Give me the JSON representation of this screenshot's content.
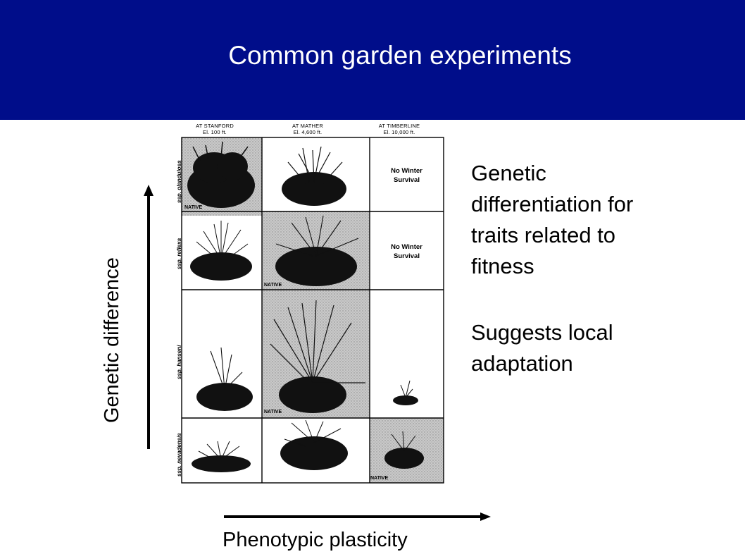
{
  "slide": {
    "title": "Common garden experiments",
    "header_color": "#000d8a"
  },
  "figure": {
    "columns": [
      {
        "line1": "AT STANFORD",
        "line2": "El. 100 ft."
      },
      {
        "line1": "AT MATHER",
        "line2": "El. 4,600 ft."
      },
      {
        "line1": "AT TIMBERLINE",
        "line2": "El. 10,000 ft."
      }
    ],
    "rows": [
      {
        "label": "ssp. glandulosa"
      },
      {
        "label": "ssp. reflexa"
      },
      {
        "label": "ssp. hanseni"
      },
      {
        "label": "ssp. nevadensis"
      }
    ],
    "no_survival_line1": "No Winter",
    "no_survival_line2": "Survival",
    "native_label": "NATIVE"
  },
  "side_text": {
    "point1": "Genetic differentiation for traits related to fitness",
    "point2": "Suggests local adaptation"
  },
  "axes": {
    "y_label": "Genetic difference",
    "x_label": "Phenotypic plasticity"
  }
}
